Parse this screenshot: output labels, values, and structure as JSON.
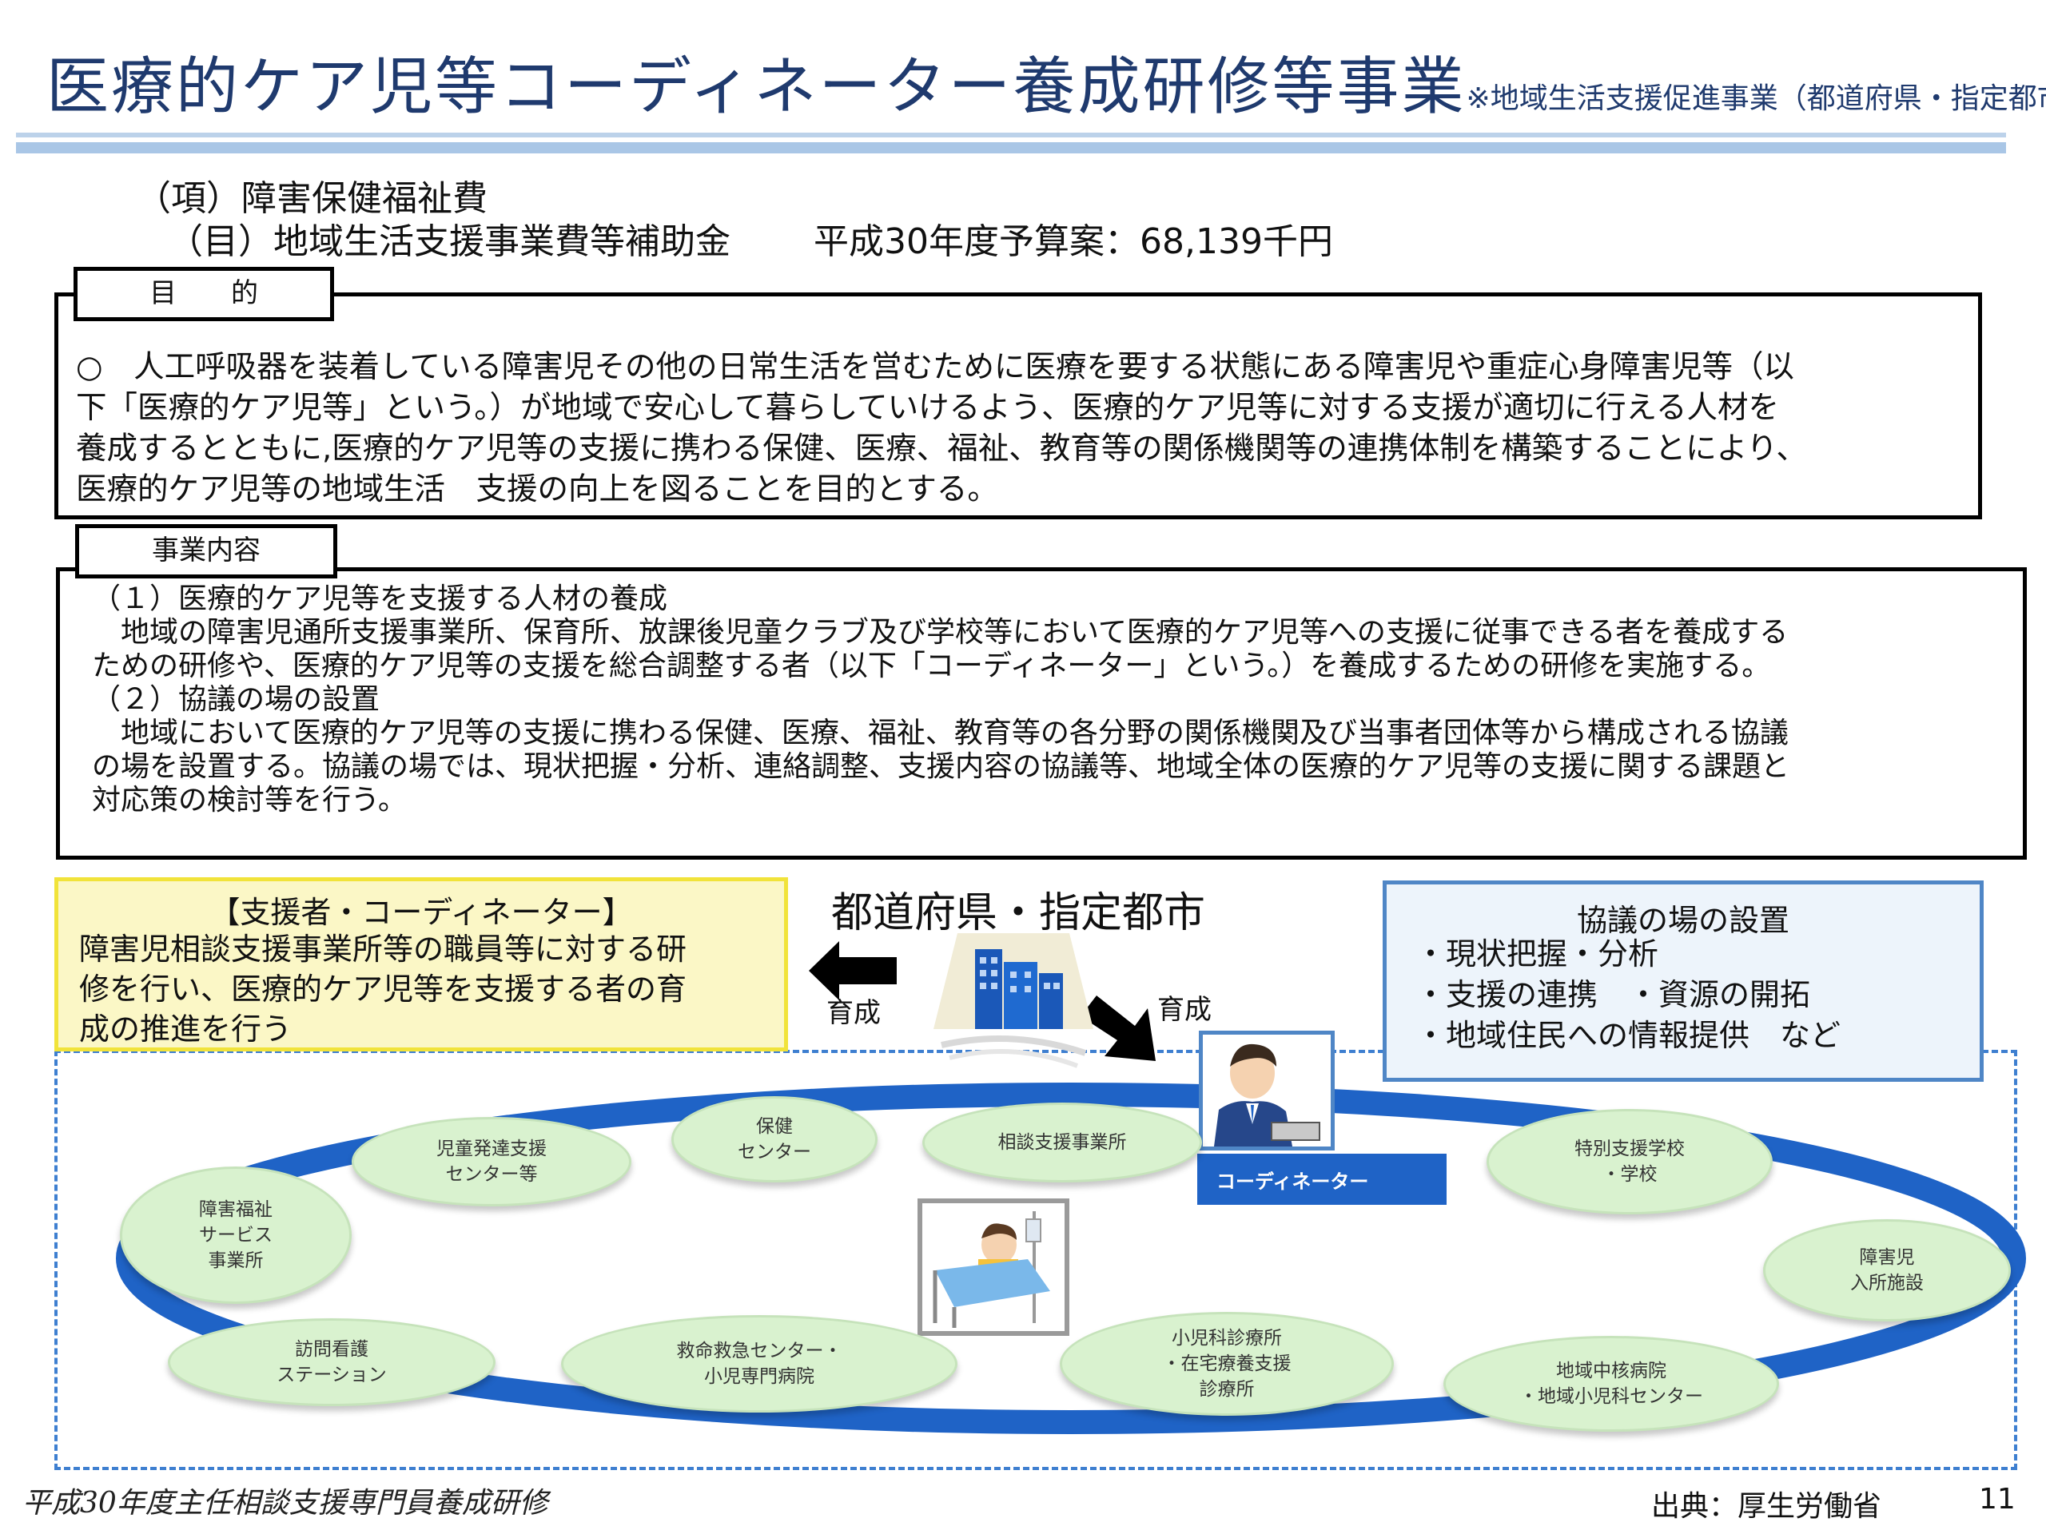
{
  "title": {
    "main": "医療的ケア児等コーディネーター養成研修等事業",
    "sub": "※地域生活支援促進事業（都道府県・指定都市）"
  },
  "budget": {
    "line1": "（項）障害保健福祉費",
    "line2": "（目）地域生活支援事業費等補助金",
    "amount": "平成30年度予算案：68,139千円"
  },
  "purpose": {
    "tab": "目　　的",
    "lines": [
      "○　人工呼吸器を装着している障害児その他の日常生活を営むために医療を要する状態にある障害児や重症心身障害児等（以",
      "下「医療的ケア児等」という。）が地域で安心して暮らしていけるよう、医療的ケア児等に対する支援が適切に行える人材を",
      "養成するとともに,医療的ケア児等の支援に携わる保健、医療、福祉、教育等の関係機関等の連携体制を構築することにより、",
      "医療的ケア児等の地域生活　支援の向上を図ることを目的とする。"
    ]
  },
  "content": {
    "tab": "事業内容",
    "lines": [
      "（１）医療的ケア児等を支援する人材の養成",
      "　地域の障害児通所支援事業所、保育所、放課後児童クラブ及び学校等において医療的ケア児等への支援に従事できる者を養成する",
      "ための研修や、医療的ケア児等の支援を総合調整する者（以下「コーディネーター」という。）を養成するための研修を実施する。",
      "（２）協議の場の設置",
      "　地域において医療的ケア児等の支援に携わる保健、医療、福祉、教育等の各分野の関係機関及び当事者団体等から構成される協議",
      "の場を設置する。協議の場では、現状把握・分析、連絡調整、支援内容の協議等、地域全体の医療的ケア児等の支援に関する課題と",
      "対応策の検討等を行う。"
    ]
  },
  "diagram": {
    "supporter_box": {
      "title": "【支援者・コーディネーター】",
      "lines": [
        "障害児相談支援事業所等の職員等に対する研",
        "修を行い、医療的ケア児等を支援する者の育",
        "成の推進を行う"
      ]
    },
    "prefecture_label": "都道府県・指定都市",
    "arrow_left_label": "育成",
    "arrow_right_label": "育成",
    "council_box": {
      "title": "協議の場の設置",
      "lines": [
        "・現状把握・分析",
        "・支援の連携　・資源の開拓",
        "・地域住民への情報提供　など"
      ]
    },
    "coordinator_label": "コーディネーター",
    "nodes": [
      {
        "id": "welfare",
        "lines": [
          "障害福祉",
          "サービス",
          "事業所"
        ]
      },
      {
        "id": "child-dev",
        "lines": [
          "児童発達支援",
          "センター等"
        ]
      },
      {
        "id": "health",
        "lines": [
          "保健",
          "センター"
        ]
      },
      {
        "id": "consult",
        "lines": [
          "相談支援事業所"
        ]
      },
      {
        "id": "special-school",
        "lines": [
          "特別支援学校",
          "・学校"
        ]
      },
      {
        "id": "facility",
        "lines": [
          "障害児",
          "入所施設"
        ]
      },
      {
        "id": "hospital-core",
        "lines": [
          "地域中核病院",
          "・地域小児科センター"
        ]
      },
      {
        "id": "clinic",
        "lines": [
          "小児科診療所",
          "・在宅療養支援",
          "診療所"
        ]
      },
      {
        "id": "emergency",
        "lines": [
          "救命救急センター・",
          "小児専門病院"
        ]
      },
      {
        "id": "visit-nurse",
        "lines": [
          "訪問看護",
          "ステーション"
        ]
      }
    ]
  },
  "footer": {
    "left": "平成30年度主任相談支援専門員養成研修",
    "source": "出典：厚生労働省",
    "page": "11"
  },
  "colors": {
    "title": "#1f3a6e",
    "accent_blue": "#1f63c6",
    "node_green": "#d9f2cf",
    "yellow_box": "#fbf7c6",
    "council_box": "#edf4fb"
  }
}
